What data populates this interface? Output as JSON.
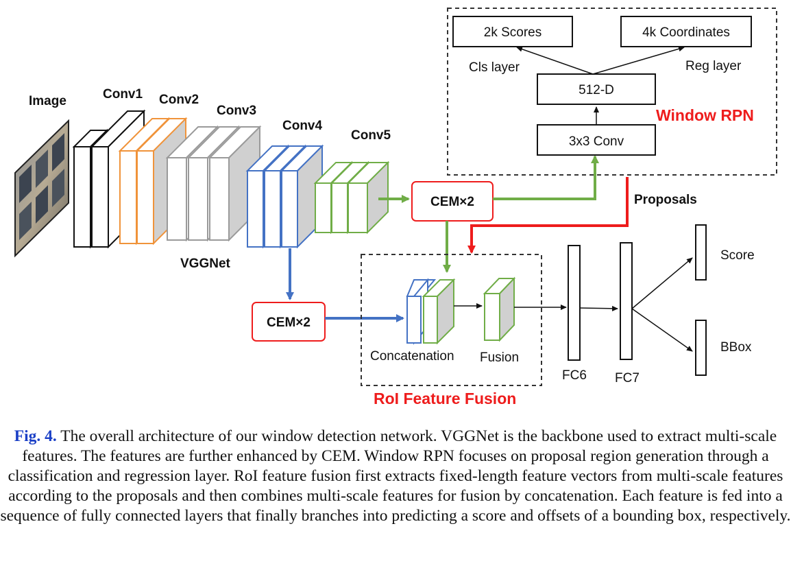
{
  "colors": {
    "black": "#111111",
    "orange": "#f0933a",
    "gray": "#9a9a9a",
    "blue": "#4472c4",
    "green": "#70ad47",
    "red": "#ee1c1c",
    "fill_gray": "#d0d0d0"
  },
  "labels": {
    "image": "Image",
    "conv1": "Conv1",
    "conv2": "Conv2",
    "conv3": "Conv3",
    "conv4": "Conv4",
    "conv5": "Conv5",
    "vggnet": "VGGNet",
    "cem_top": "CEM×2",
    "cem_bottom": "CEM×2",
    "proposals": "Proposals",
    "concatenation": "Concatenation",
    "fusion": "Fusion",
    "roi_title": "RoI Feature Fusion",
    "fc6": "FC6",
    "fc7": "FC7",
    "score": "Score",
    "bbox": "BBox"
  },
  "rpn": {
    "title": "Window RPN",
    "scores_box": "2k Scores",
    "coords_box": "4k Coordinates",
    "cls_layer": "Cls layer",
    "reg_layer": "Reg layer",
    "d512_box": "512-D",
    "conv_box": "3x3 Conv"
  },
  "caption": {
    "fig_label": "Fig. 4.",
    "text": " The overall architecture of our window detection network. VGGNet is the backbone used to extract multi-scale features. The features are further enhanced by CEM. Window RPN focuses on proposal region generation through a classification and regression layer. RoI feature fusion first extracts fixed-length feature vectors from multi-scale features according to the proposals and then combines multi-scale features for fusion by concatenation. Each feature is fed into a sequence of fully connected layers that finally branches into predicting a score and offsets of a bounding box, respectively."
  }
}
